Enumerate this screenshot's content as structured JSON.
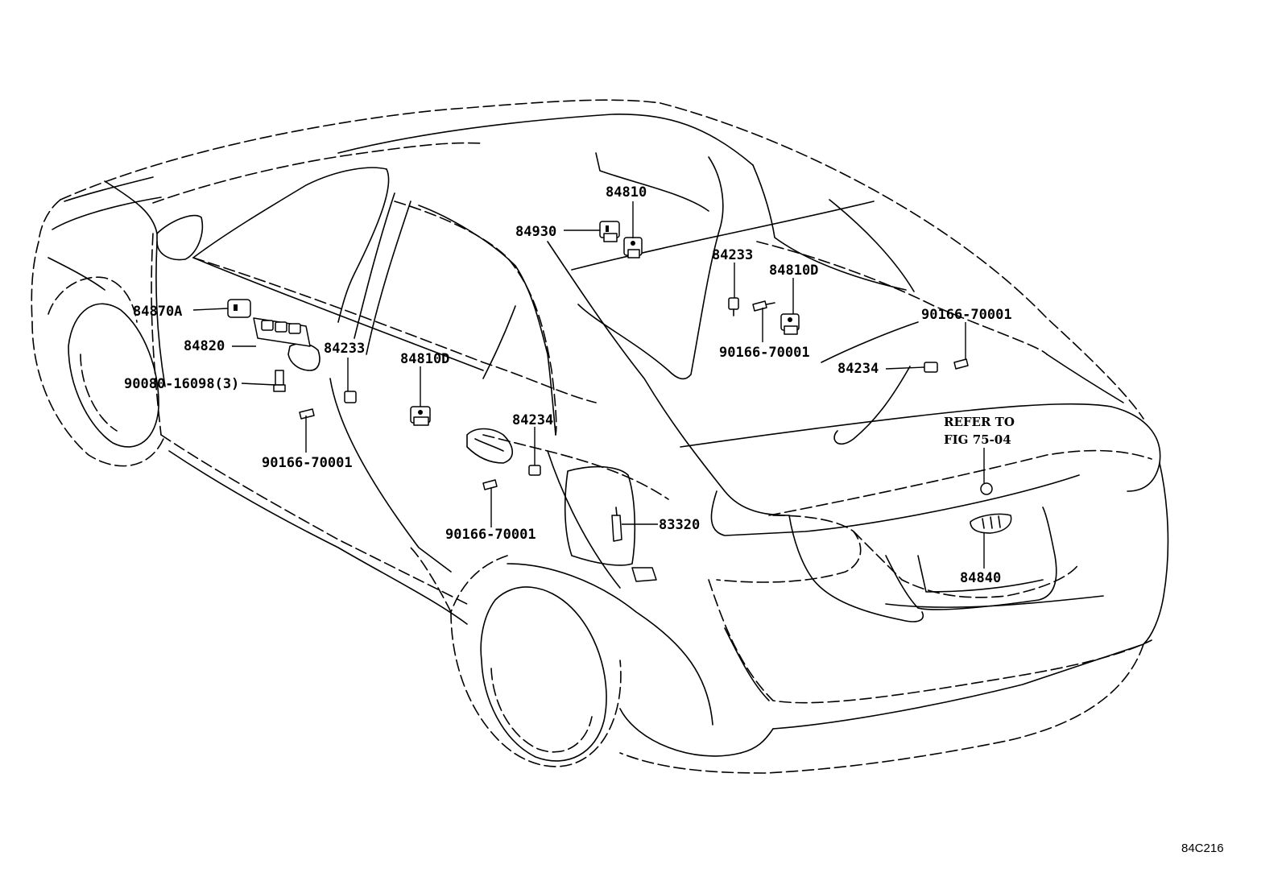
{
  "diagram_id": "84C216",
  "labels": {
    "p84810_top": "84810",
    "p84930": "84930",
    "p84233_right": "84233",
    "p84810d_right": "84810D",
    "p90166_right_mid": "90166-70001",
    "p90166_right_upper": "90166-70001",
    "p84234_right": "84234",
    "refer_line1": "REFER TO",
    "refer_line2": "FIG 75-04",
    "p84840": "84840",
    "p83320": "83320",
    "p84234_mid": "84234",
    "p90166_lower_mid": "90166-70001",
    "p84810d_left": "84810D",
    "p84233_left": "84233",
    "p90166_left": "90166-70001",
    "p84870a": "84870A",
    "p84820": "84820",
    "p90080": "90080-16098(3)"
  }
}
